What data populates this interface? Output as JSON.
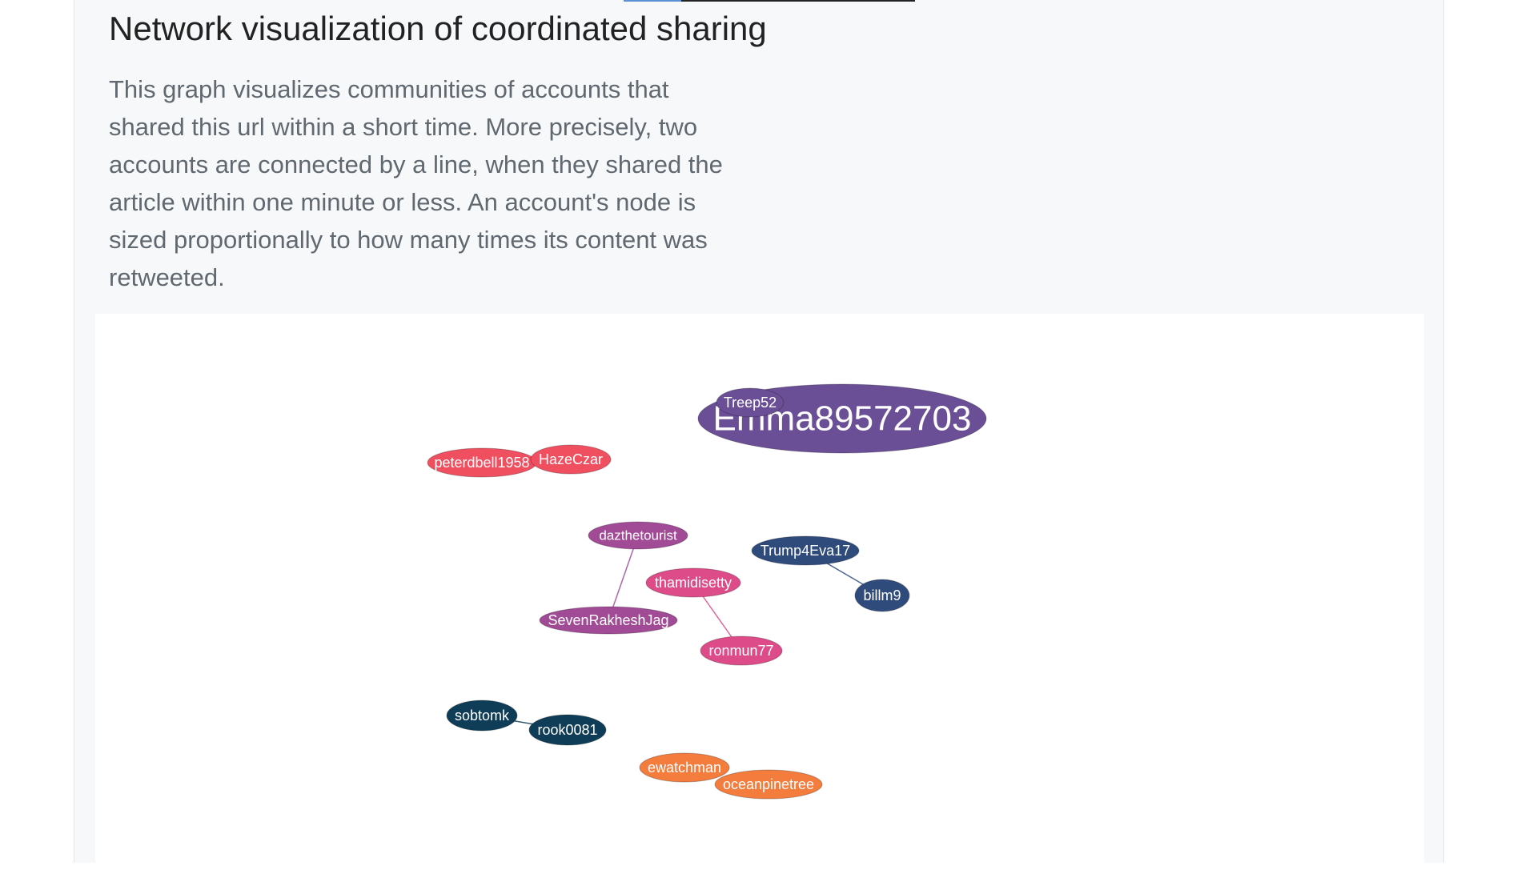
{
  "section": {
    "title": "Network visualization of coordinated sharing",
    "description": "This graph visualizes communities of accounts that shared this url within a short time. More precisely, two accounts are connected by a line, when they shared the article within one minute or less. An account's node is sized proportionally to how many times its content was retweeted."
  },
  "graph": {
    "nodes": [
      {
        "id": "Emma89572703",
        "label": "Emma89572703",
        "color": "#6b4f96"
      },
      {
        "id": "Treep52",
        "label": "Treep52",
        "color": "#6b4f96"
      },
      {
        "id": "peterdbell1958",
        "label": "peterdbell1958",
        "color": "#ef4f5f"
      },
      {
        "id": "HazeCzar",
        "label": "HazeCzar",
        "color": "#ef4f5f"
      },
      {
        "id": "dazthetourist",
        "label": "dazthetourist",
        "color": "#a14b96"
      },
      {
        "id": "SevenRakheshJag",
        "label": "SevenRakheshJag",
        "color": "#a14b96"
      },
      {
        "id": "thamidisetty",
        "label": "thamidisetty",
        "color": "#dd4b88"
      },
      {
        "id": "ronmun77",
        "label": "ronmun77",
        "color": "#dd4b88"
      },
      {
        "id": "Trump4Eva17",
        "label": "Trump4Eva17",
        "color": "#2f4b7c"
      },
      {
        "id": "billm9",
        "label": "billm9",
        "color": "#2f4b7c"
      },
      {
        "id": "sobtomk",
        "label": "sobtomk",
        "color": "#0f3d57"
      },
      {
        "id": "rook0081",
        "label": "rook0081",
        "color": "#0f3d57"
      },
      {
        "id": "ewatchman",
        "label": "ewatchman",
        "color": "#f47c3c"
      },
      {
        "id": "oceanpinetree",
        "label": "oceanpinetree",
        "color": "#f47c3c"
      }
    ],
    "edges": [
      {
        "source": "dazthetourist",
        "target": "SevenRakheshJag",
        "color": "#a14b96"
      },
      {
        "source": "thamidisetty",
        "target": "ronmun77",
        "color": "#dd4b88"
      },
      {
        "source": "Trump4Eva17",
        "target": "billm9",
        "color": "#2f4b7c"
      },
      {
        "source": "sobtomk",
        "target": "rook0081",
        "color": "#0f3d57"
      }
    ]
  }
}
